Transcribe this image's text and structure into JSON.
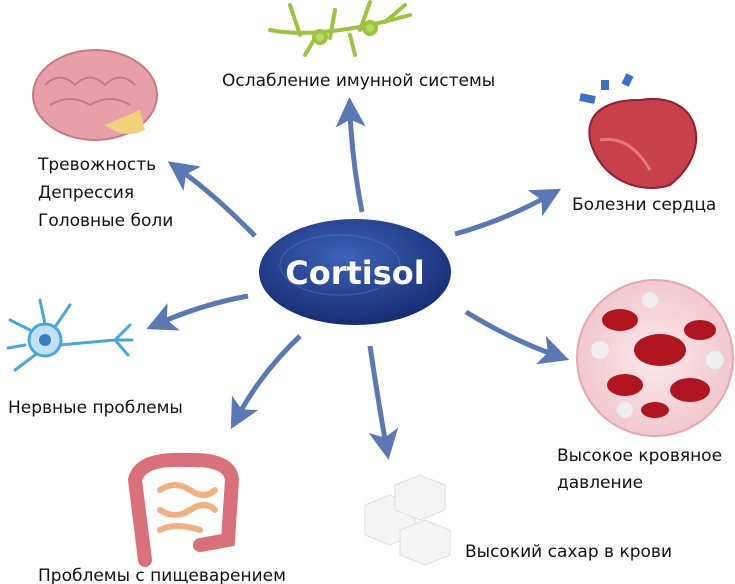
{
  "center": {
    "label": "Cortisol"
  },
  "effects": {
    "immune": "Ослабление имунной системы",
    "mind": [
      "Тревожность",
      "Депрессия",
      "Головные боли"
    ],
    "heart": "Болезни сердца",
    "nerves": "Нервные проблемы",
    "pressure": [
      "Высокое кровяное",
      "давление"
    ],
    "sugar": "Высокий сахар в крови",
    "digestion": "Проблемы с пищеварением"
  },
  "colors": {
    "ellipse": "#1f3f8f",
    "arrow": "#5a78b4",
    "brain": "#e8a0a8",
    "heart": "#c8404a",
    "blood": "#b0141e",
    "neuron": "#4aa8d8",
    "immune": "#9cc43c",
    "intestine": "#d9707a"
  }
}
